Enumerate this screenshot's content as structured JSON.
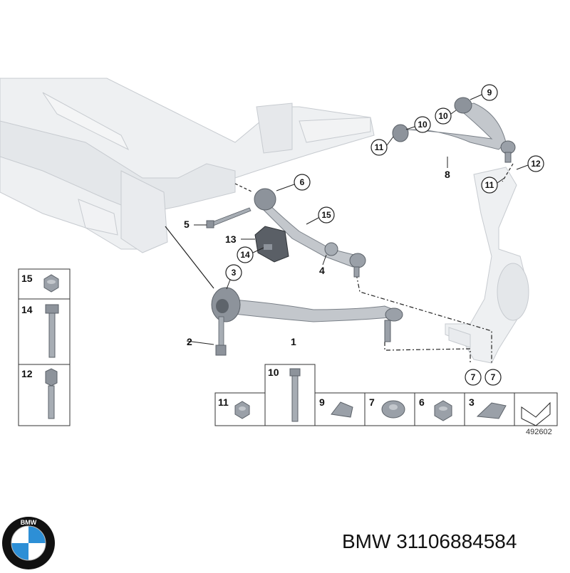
{
  "diagram": {
    "code": "492602",
    "callouts": [
      "1",
      "2",
      "3",
      "4",
      "5",
      "6",
      "7",
      "7",
      "8",
      "9",
      "10",
      "10",
      "11",
      "11",
      "12",
      "13",
      "14",
      "15"
    ],
    "legend_left": [
      "15",
      "14",
      "12"
    ],
    "legend_bottom": [
      "11",
      "10",
      "9",
      "7",
      "6",
      "3"
    ]
  },
  "logo": {
    "text": "BMW",
    "colors": {
      "ring": "#111111",
      "blue": "#2d8fd6",
      "white": "#ffffff"
    }
  },
  "caption": {
    "text": "BMW 31106884584"
  }
}
